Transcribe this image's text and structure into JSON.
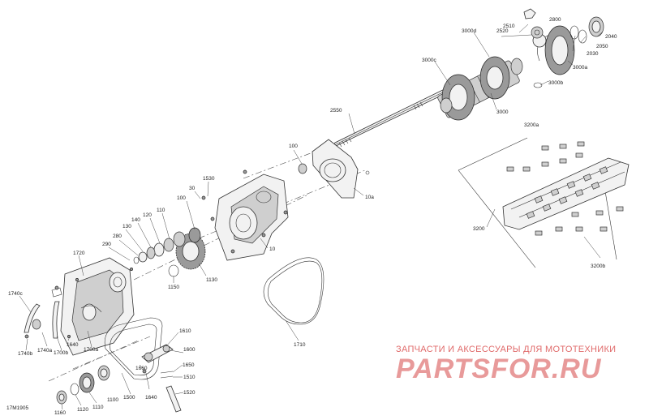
{
  "diagram": {
    "reference_code": "17M1905",
    "watermark": {
      "tagline": "ЗАПЧАСТИ И АКСЕССУАРЫ ДЛЯ МОТОТЕХНИКИ",
      "brand": "PARTSFOR.RU"
    },
    "parts": [
      {
        "label": "2510"
      },
      {
        "label": "2800"
      },
      {
        "label": "2520"
      },
      {
        "label": "3000d"
      },
      {
        "label": "2040"
      },
      {
        "label": "2050"
      },
      {
        "label": "2030"
      },
      {
        "label": "3000c"
      },
      {
        "label": "3000a"
      },
      {
        "label": "3000b"
      },
      {
        "label": "3000"
      },
      {
        "label": "2550"
      },
      {
        "label": "3200a"
      },
      {
        "label": "100"
      },
      {
        "label": "10a"
      },
      {
        "label": "1530"
      },
      {
        "label": "30"
      },
      {
        "label": "100"
      },
      {
        "label": "110"
      },
      {
        "label": "120"
      },
      {
        "label": "140"
      },
      {
        "label": "130"
      },
      {
        "label": "280"
      },
      {
        "label": "290"
      },
      {
        "label": "10"
      },
      {
        "label": "3200"
      },
      {
        "label": "1720"
      },
      {
        "label": "1150"
      },
      {
        "label": "1130"
      },
      {
        "label": "3200b"
      },
      {
        "label": "1740c"
      },
      {
        "label": "1710"
      },
      {
        "label": "1640"
      },
      {
        "label": "1740a"
      },
      {
        "label": "1700b"
      },
      {
        "label": "1700a"
      },
      {
        "label": "1740b"
      },
      {
        "label": "1610"
      },
      {
        "label": "1600"
      },
      {
        "label": "1650"
      },
      {
        "label": "1660"
      },
      {
        "label": "1510"
      },
      {
        "label": "1100"
      },
      {
        "label": "1500"
      },
      {
        "label": "1640"
      },
      {
        "label": "1520"
      },
      {
        "label": "1160"
      },
      {
        "label": "1120"
      },
      {
        "label": "1110"
      }
    ]
  }
}
